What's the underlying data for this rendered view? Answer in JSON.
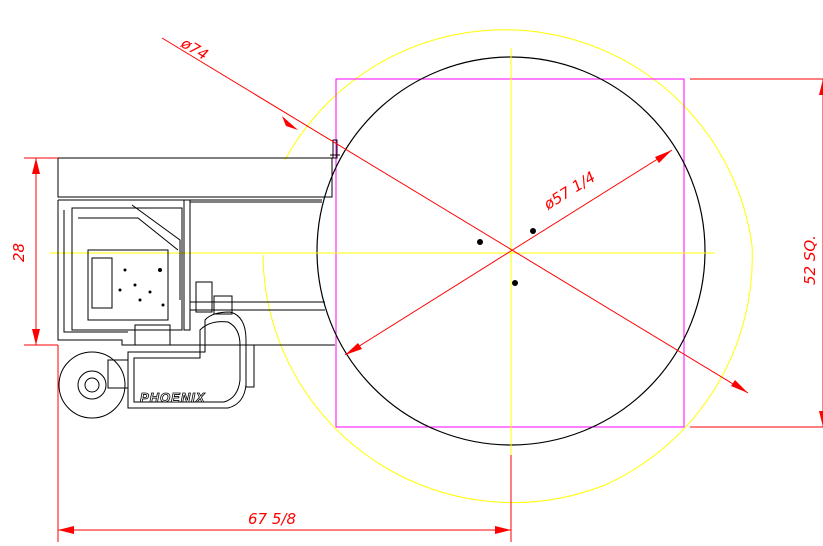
{
  "dimensions": {
    "swing_diameter": "ø74",
    "table_diameter": "ø57 1/4",
    "height": "28",
    "square": "52 SQ.",
    "overall_length": "67 5/8"
  },
  "machine": {
    "brand": "PHOENIX"
  },
  "colors": {
    "dimension": "#ff0000",
    "centerline": "#ffff00",
    "square_outline": "#ff00ff",
    "geometry": "#000000"
  }
}
